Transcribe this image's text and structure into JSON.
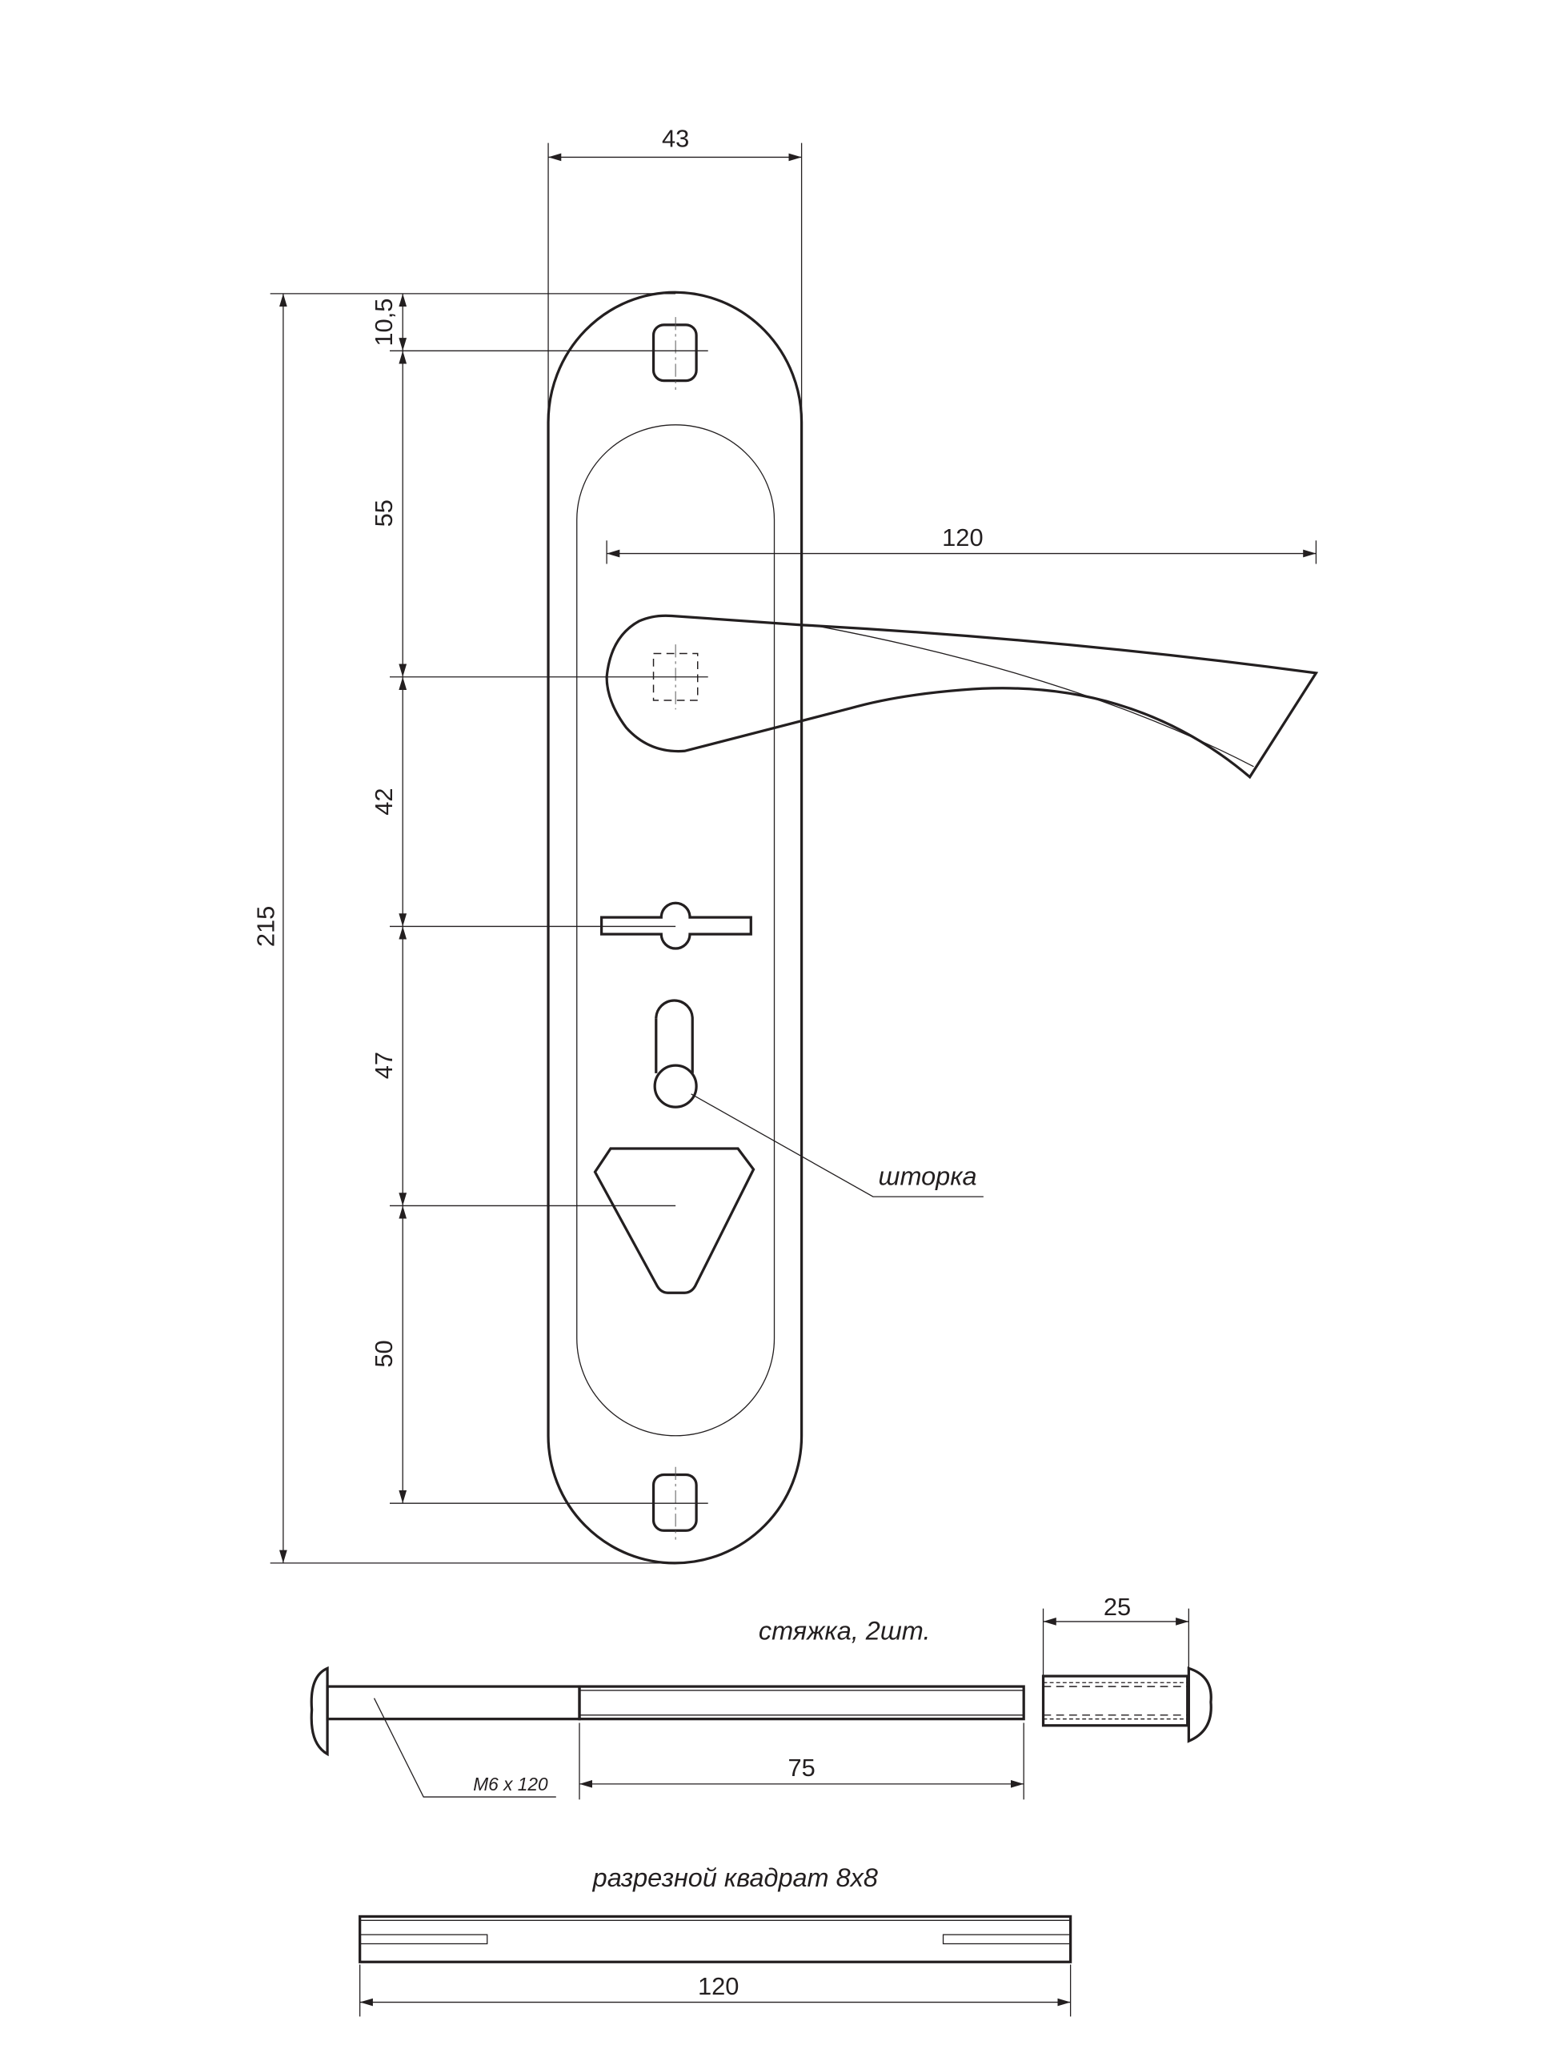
{
  "dimensions": {
    "plate_width": "43",
    "top_hole_offset": "10,5",
    "hole_to_handle": "55",
    "handle_to_latch": "42",
    "latch_to_lock": "47",
    "lock_to_bottom_hole": "50",
    "total_height": "215",
    "handle_length": "120",
    "bolt_thread_length": "75",
    "sleeve_length": "25",
    "square_length": "120"
  },
  "labels": {
    "shutter": "шторка",
    "bolt": "стяжка, 2шт.",
    "bolt_size": "M6 x 120",
    "square": "разрезной квадрат 8x8"
  }
}
